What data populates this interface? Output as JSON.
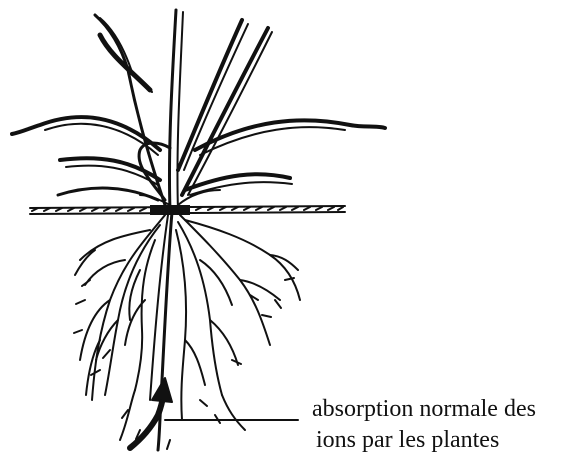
{
  "diagram": {
    "subject": "plant with leaves, stems and root system below a soil line",
    "label": {
      "line1": "absorption normale des",
      "line2": "ions par les plantes"
    },
    "arrow": {
      "direction": "upward",
      "meaning": "absorption"
    },
    "colors": {
      "ink": "#111111",
      "background": "#ffffff"
    }
  }
}
